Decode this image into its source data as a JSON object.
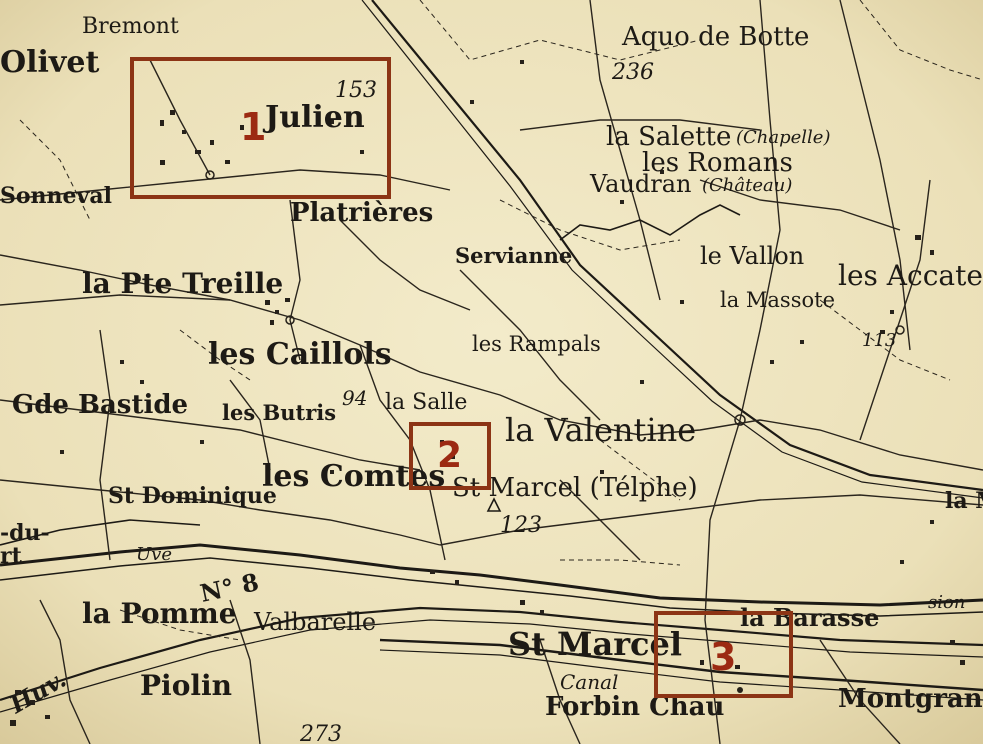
{
  "map": {
    "places": {
      "olivet": "Olivet",
      "bremont": "Bremont",
      "julien": "Julien",
      "elev_153": "153",
      "sonneval": "Sonneval",
      "aquo_de_botte": "Aquo de Botte",
      "elev_236": "236",
      "la_salette": "la Salette",
      "chapelle": "(Chapelle)",
      "les_romans": "les Romans",
      "vaudran": "Vaudran",
      "chateau": "(Château)",
      "platrieres": "Platrières",
      "servianne": "Servianne",
      "le_vallon": "le Vallon",
      "les_accates": "les Accates",
      "la_massote": "la Massote",
      "elev_113": "113",
      "la_treille": "la Pte Treille",
      "les_caillols": "les Caillols",
      "les_rampals": "les Rampals",
      "gde_bastide": "Gde Bastide",
      "les_butris": "les Butris",
      "elev_94": "94",
      "la_salle": "la Salle",
      "la_valentine": "la Valentine",
      "la_m": "la M",
      "st_dominique": "St Dominique",
      "les_comtes": "les Comtes",
      "st_marcel_tel": "St Marcel (Télphe)",
      "elev_123": "123",
      "du_rt": "-du-\nrt",
      "la_pomme": "la Pomme",
      "n8": "N° 8",
      "valbarelle": "Valbarelle",
      "st_marcel": "St Marcel",
      "la_barasse": "la Barasse",
      "piolin": "Piolin",
      "canal": "Canal",
      "forbin": "Forbin Chau",
      "montgrand": "Montgrand",
      "elev_273": "273",
      "river_1": "Huv.",
      "river_2": "Uve",
      "river_3": "sion"
    },
    "markers": [
      {
        "label": "1"
      },
      {
        "label": "2"
      },
      {
        "label": "3"
      }
    ],
    "colors": {
      "paper": "#efe6c2",
      "ink": "#1d1a15",
      "marker_border": "#8c3415",
      "marker_number": "#9c2a12"
    }
  }
}
